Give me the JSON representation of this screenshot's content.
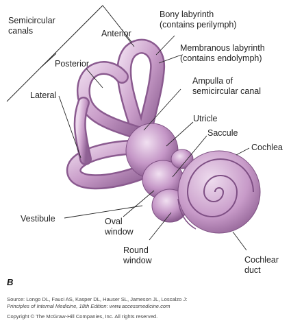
{
  "labels": {
    "semicircular_canals": "Semicircular\ncanals",
    "anterior": "Anterior",
    "posterior": "Posterior",
    "lateral": "Lateral",
    "bony_labyrinth": "Bony labyrinth\n(contains perilymph)",
    "membranous_labyrinth": "Membranous labyrinth\n(contains endolymph)",
    "ampulla": "Ampulla of\nsemicircular canal",
    "utricle": "Utricle",
    "saccule": "Saccule",
    "cochlea": "Cochlea",
    "vestibule": "Vestibule",
    "oval_window": "Oval\nwindow",
    "round_window": "Round\nwindow",
    "cochlear_duct": "Cochlear\nduct"
  },
  "panel_letter": "B",
  "source": {
    "line1": "Source: Longo DL, Fauci AS, Kasper DL, Hauser SL, Jameson JL, Loscalzo J:",
    "line2": "Principles of Internal Medicine, 18th Edition: www.accessmedicine.com",
    "copyright": "Copyright © The McGraw-Hill Companies, Inc. All rights reserved."
  },
  "colors": {
    "tube": "#c79ac8",
    "tube_dark": "#8a5a8f",
    "tube_light": "#ead3ea",
    "leader": "#222222"
  }
}
